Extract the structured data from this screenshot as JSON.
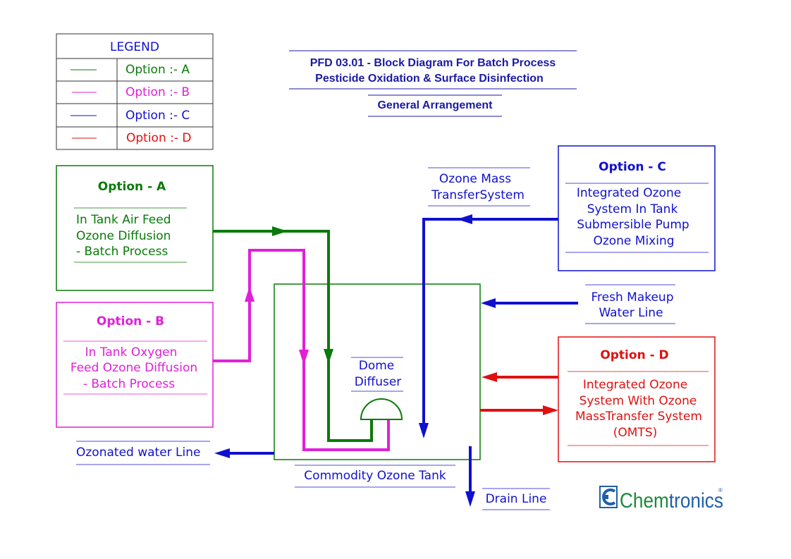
{
  "colors": {
    "option_a": "#0a7a0a",
    "option_b": "#e020d8",
    "option_c": "#1010d0",
    "option_d": "#e01010",
    "title": "#1a1aa6",
    "logo_blue": "#1f5fa8",
    "logo_green": "#1a8a3a"
  },
  "title": {
    "line1": "PFD 03.01 - Block Diagram For Batch Process",
    "line2": "Pesticide Oxidation & Surface Disinfection",
    "subtitle": "General Arrangement"
  },
  "legend": {
    "header": "LEGEND",
    "entries": [
      {
        "label": "Option :- A",
        "color": "#0a7a0a"
      },
      {
        "label": "Option :- B",
        "color": "#e020d8"
      },
      {
        "label": "Option :- C",
        "color": "#1010d0"
      },
      {
        "label": "Option :- D",
        "color": "#e01010"
      }
    ]
  },
  "blocks": {
    "option_a": {
      "heading": "Option - A",
      "lines": [
        "In Tank Air Feed",
        "Ozone Diffusion",
        "- Batch Process"
      ]
    },
    "option_b": {
      "heading": "Option - B",
      "lines": [
        "In Tank Oxygen",
        "Feed Ozone Diffusion",
        "- Batch Process"
      ]
    },
    "option_c": {
      "heading": "Option - C",
      "lines": [
        "Integrated Ozone",
        "System In Tank",
        "Submersible Pump",
        "Ozone Mixing"
      ]
    },
    "option_d": {
      "heading": "Option - D",
      "lines": [
        "Integrated Ozone",
        "System With Ozone",
        "MassTransfer System",
        "(OMTS)"
      ]
    }
  },
  "labels": {
    "ozone_mass": [
      "Ozone Mass",
      "TransferSystem"
    ],
    "fresh_makeup": [
      "Fresh Makeup",
      "Water Line"
    ],
    "dome_diffuser": [
      "Dome",
      "Diffuser"
    ],
    "ozonated_water": "Ozonated water Line",
    "commodity_tank": "Commodity Ozone Tank",
    "drain_line": "Drain Line"
  },
  "logo": {
    "part1": "Chem",
    "part2": "tronics",
    "mark": "®"
  }
}
